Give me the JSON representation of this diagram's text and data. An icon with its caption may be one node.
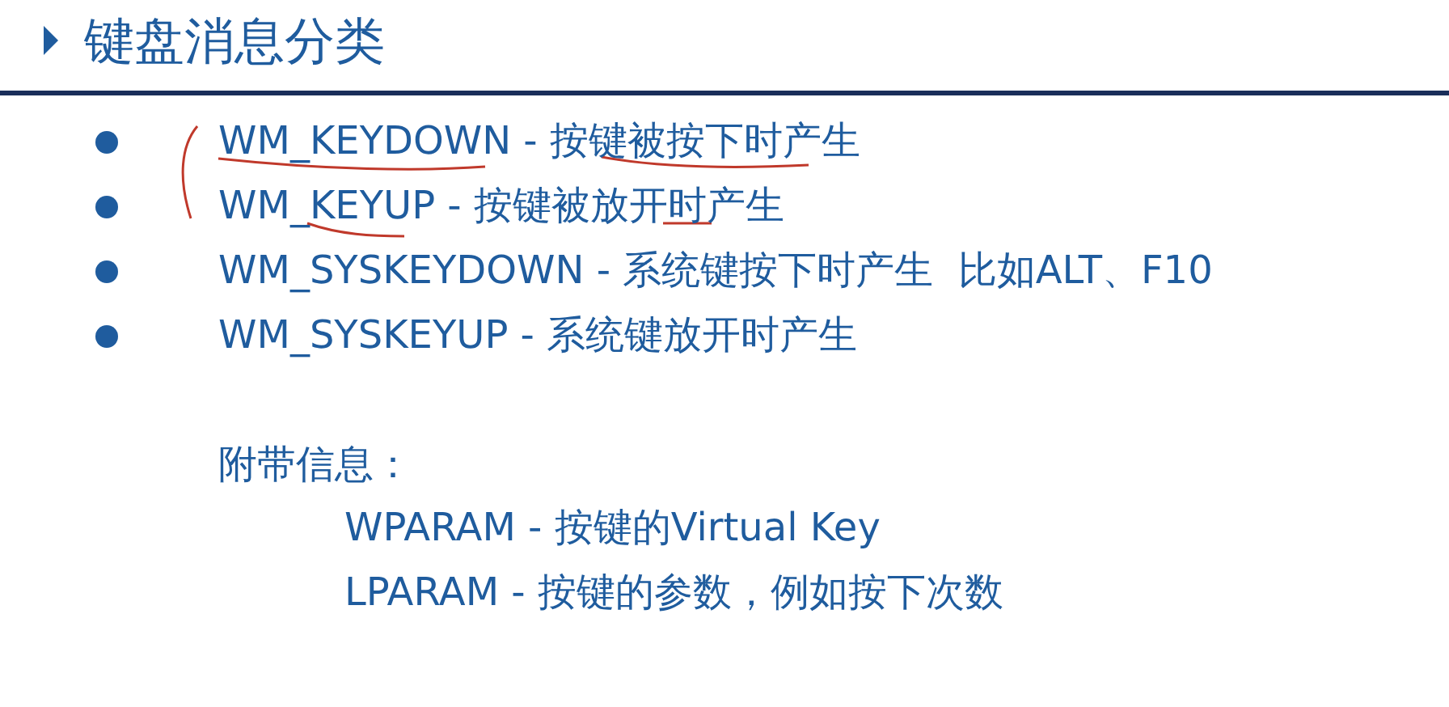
{
  "diagram": {
    "title": "键盘消息分类",
    "labels": [
      "WM_KEYDOWN - 按键被按下时产生",
      "WM_KEYUP - 按键被放开时产生",
      "WM_SYSKEYDOWN - 系统键按下时产生  比如ALT、F10",
      "WM_SYSKEYUP - 系统键放开时产生",
      "附带信息：",
      "WPARAM - 按键的Virtual Key",
      "LPARAM - 按键的参数，例如按下次数"
    ]
  }
}
